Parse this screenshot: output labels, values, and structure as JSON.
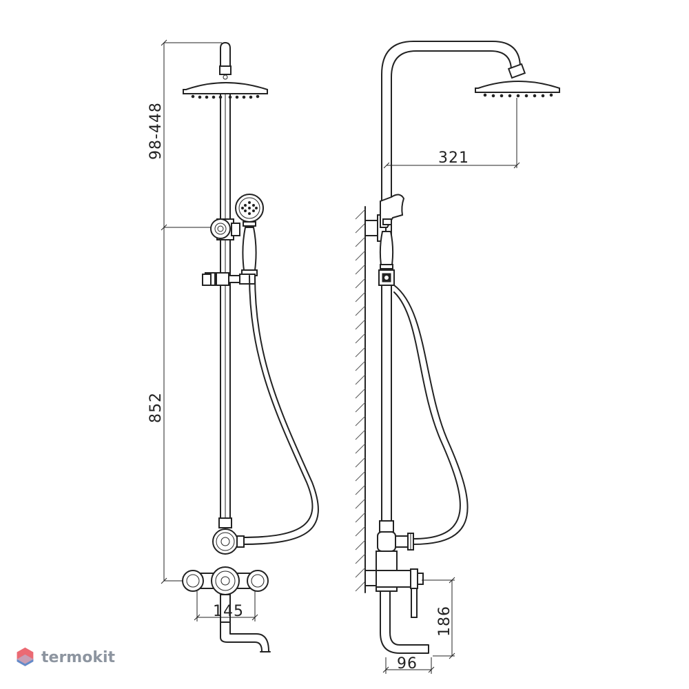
{
  "dimensions": {
    "head_height_range": "98-448",
    "bar_height": "852",
    "mixer_spacing": "145",
    "head_reach": "321",
    "spout_height": "186",
    "spout_reach": "96"
  },
  "watermark": {
    "text": "termokit",
    "text_color": "#8d95a0",
    "icon_colors": [
      "#e8505b",
      "#4a90d9"
    ]
  },
  "colors": {
    "line": "#222222",
    "background": "#ffffff"
  }
}
